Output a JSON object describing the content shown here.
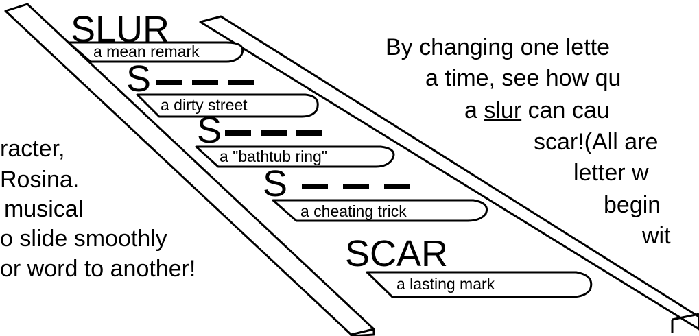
{
  "puzzle": {
    "start_word": "SLUR",
    "end_word": "SCAR",
    "blank_prefix": "S",
    "clues": [
      "a mean remark",
      "a dirty street",
      "a \"bathtub ring\"",
      "a cheating trick",
      "a lasting mark"
    ]
  },
  "left_text": {
    "lines": [
      "racter,",
      "Rosina.",
      "musical",
      "o slide smoothly",
      "or word to another!"
    ]
  },
  "right_text": {
    "line1": "By changing one lette",
    "line2": "a time, see how qu",
    "line3_pre": "a ",
    "line3_underlined": "slur",
    "line3_post": " can cau",
    "line4": "scar!(All are",
    "line5": "letter w",
    "line6": "begin",
    "line7": "wit"
  }
}
